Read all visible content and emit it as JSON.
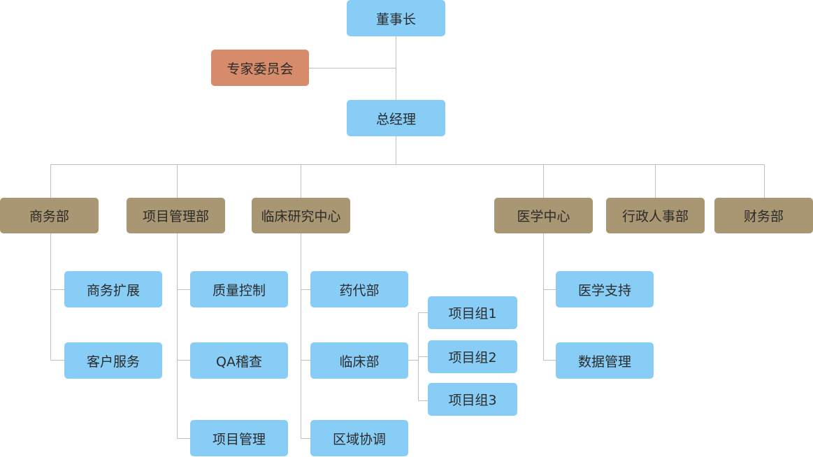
{
  "colors": {
    "leader": "#87cdf6",
    "department": "#a99672",
    "committee": "#d68c6a",
    "connector": "#c0c0c0"
  },
  "chart": {
    "chairman": "董事长",
    "committee": "专家委员会",
    "general_manager": "总经理",
    "departments": {
      "business": {
        "label": "商务部",
        "children": [
          "商务扩展",
          "客户服务"
        ]
      },
      "project_management": {
        "label": "项目管理部",
        "children": [
          "质量控制",
          "QA稽查",
          "项目管理"
        ]
      },
      "clinical_research": {
        "label": "临床研究中心",
        "children": [
          "药代部",
          "临床部",
          "区域协调"
        ],
        "clinical_groups": [
          "项目组1",
          "项目组2",
          "项目组3"
        ]
      },
      "medical": {
        "label": "医学中心",
        "children": [
          "医学支持",
          "数据管理"
        ]
      },
      "admin_hr": {
        "label": "行政人事部"
      },
      "finance": {
        "label": "财务部"
      }
    }
  }
}
